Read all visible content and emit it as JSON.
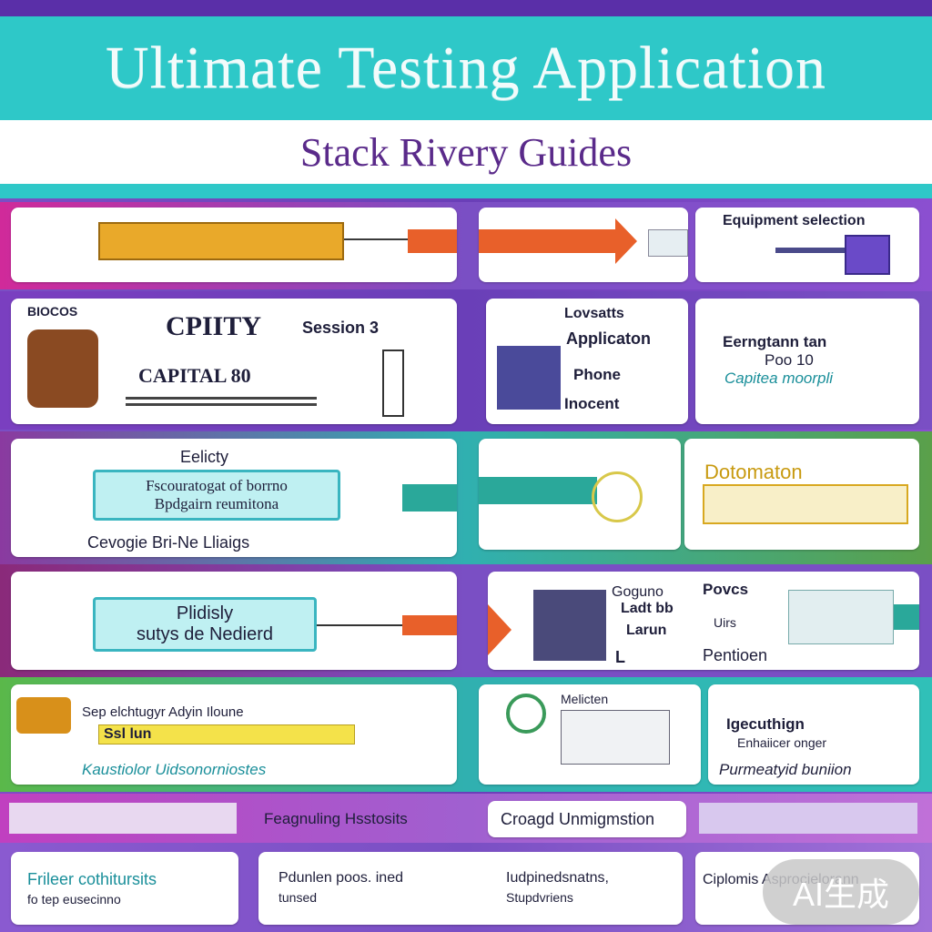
{
  "header": {
    "title": "Ultimate Testing Application",
    "subtitle": "Stack Rivery Guides"
  },
  "rows": [
    {
      "left": {
        "label": ""
      },
      "mid": {
        "label": ""
      },
      "right": {
        "heading": "Equipment selection"
      }
    },
    {
      "left": {
        "tag": "BIOCOS",
        "heading": "CPIITY",
        "line1": "Session 3",
        "line2": "CAPITAL 80"
      },
      "mid": {
        "heading": "Lovsatts",
        "sub": "Applicaton",
        "line1": "Phone",
        "line2": "Inocent"
      },
      "right": {
        "heading": "Eerngtann tan",
        "sub": "Poo 10",
        "note": "Capitea moorpli"
      }
    },
    {
      "left": {
        "heading": "Eelicty",
        "box_line1": "Fscouratogat of borrno",
        "box_line2": "Bpdgairn reumitona",
        "footer": "Cevogie Bri-Ne Lliaigs"
      },
      "mid": {
        "label": ""
      },
      "right": {
        "heading": "Dotomaton"
      }
    },
    {
      "left": {
        "box_line1": "Plidisly",
        "box_line2": "sutys de Nedierd"
      },
      "mid": {
        "line1": "Goguno",
        "line2": "Ladt bb",
        "line3": "Larun",
        "line4": "L"
      },
      "right": {
        "heading": "Povcs",
        "line1": "Uirs",
        "footer": "Pentioen"
      }
    },
    {
      "left": {
        "line1": "Sep elchtugyr Adyin Iloune",
        "line2": "Ssl lun",
        "footer": "Kaustiolor Uidsonorniostes"
      },
      "mid": {
        "line1": "Melicten"
      },
      "right": {
        "heading": "Igecuthign",
        "line1": "Enhaiicer onger",
        "footer": "Purmeatyid buniion"
      }
    }
  ],
  "bottom_tabs": [
    {
      "label": "Feagnuling Hsstosits"
    },
    {
      "label": "Croagd Unmigmstion"
    }
  ],
  "footer_cards": [
    {
      "line1": "Frileer cothitursits",
      "line2": "fo tep eusecinno"
    },
    {
      "line1": "Pdunlen poos. ined",
      "line2": "tunsed"
    },
    {
      "line1": "Iudpinedsnatns,",
      "line2": "Stupdvriens"
    },
    {
      "line1": "Ciplomis Asprocielorann"
    }
  ],
  "watermark": "AI生成",
  "colors": {
    "teal": "#2ec8c8",
    "purple": "#5a2a8a",
    "orange": "#e8602a",
    "gold": "#c89a10"
  }
}
